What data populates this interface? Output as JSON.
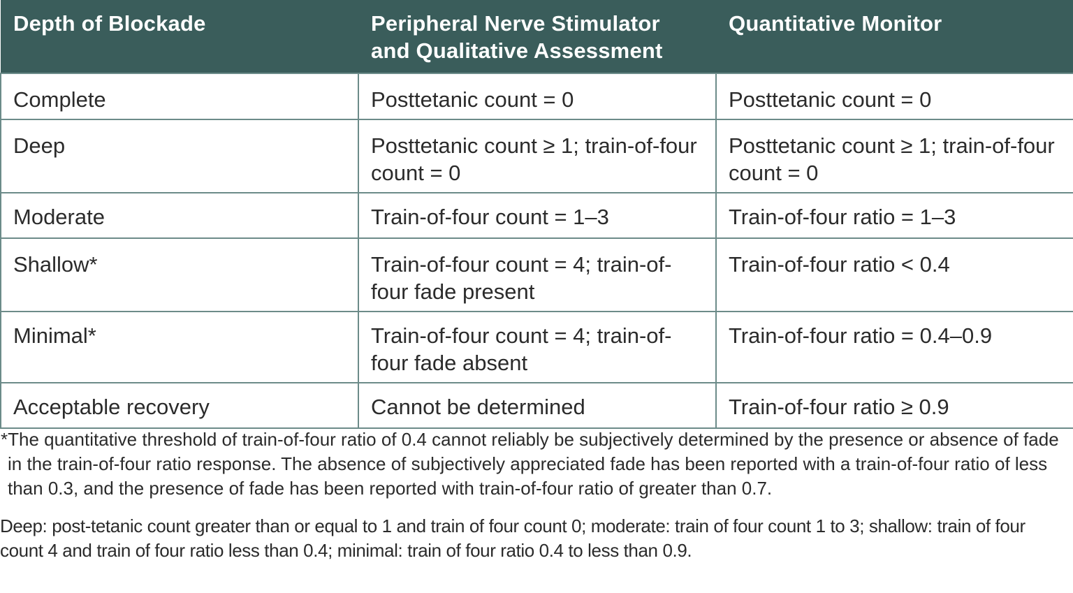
{
  "theme": {
    "header_bg": "#3a5d5b",
    "header_text": "#ffffff",
    "border": "#6c8b89",
    "body_text": "#2b2b2b"
  },
  "table": {
    "headers": [
      "Depth of Blockade",
      "Peripheral Nerve Stimulator and Qualitative Assessment",
      "Quantitative Monitor"
    ],
    "rows": [
      {
        "depth": "Complete",
        "qualitative": "Posttetanic count = 0",
        "quantitative": "Posttetanic count = 0"
      },
      {
        "depth": "Deep",
        "qualitative": "Posttetanic count ≥ 1; train-of-four count = 0",
        "quantitative": "Posttetanic count ≥ 1; train-of-four count = 0"
      },
      {
        "depth": "Moderate",
        "qualitative": "Train-of-four count = 1–3",
        "quantitative": "Train-of-four ratio = 1–3"
      },
      {
        "depth": "Shallow*",
        "qualitative": "Train-of-four count = 4; train-of-four fade present",
        "quantitative": "Train-of-four ratio < 0.4"
      },
      {
        "depth": "Minimal*",
        "qualitative": "Train-of-four count = 4; train-of-four fade absent",
        "quantitative": "Train-of-four ratio = 0.4–0.9"
      },
      {
        "depth": "Acceptable recovery",
        "qualitative": "Cannot be determined",
        "quantitative": "Train-of-four ratio ≥ 0.9"
      }
    ]
  },
  "footnotes": {
    "asterisk_note": "*The quantitative threshold of train-of-four ratio of 0.4 cannot reliably be subjectively determined by the presence or absence of fade in the train-of-four ratio response. The absence of subjectively appreciated fade has been reported with a train-of-four ratio of less than 0.3, and the presence of fade has been reported with train-of-four ratio of greater than 0.7.",
    "abbreviation_note": "Deep: post-tetanic count greater than or equal to 1 and train of four count 0; moderate: train of four count 1 to 3; shallow: train of four count 4 and train of four ratio less than 0.4; minimal: train of four ratio 0.4 to less than 0.9."
  }
}
